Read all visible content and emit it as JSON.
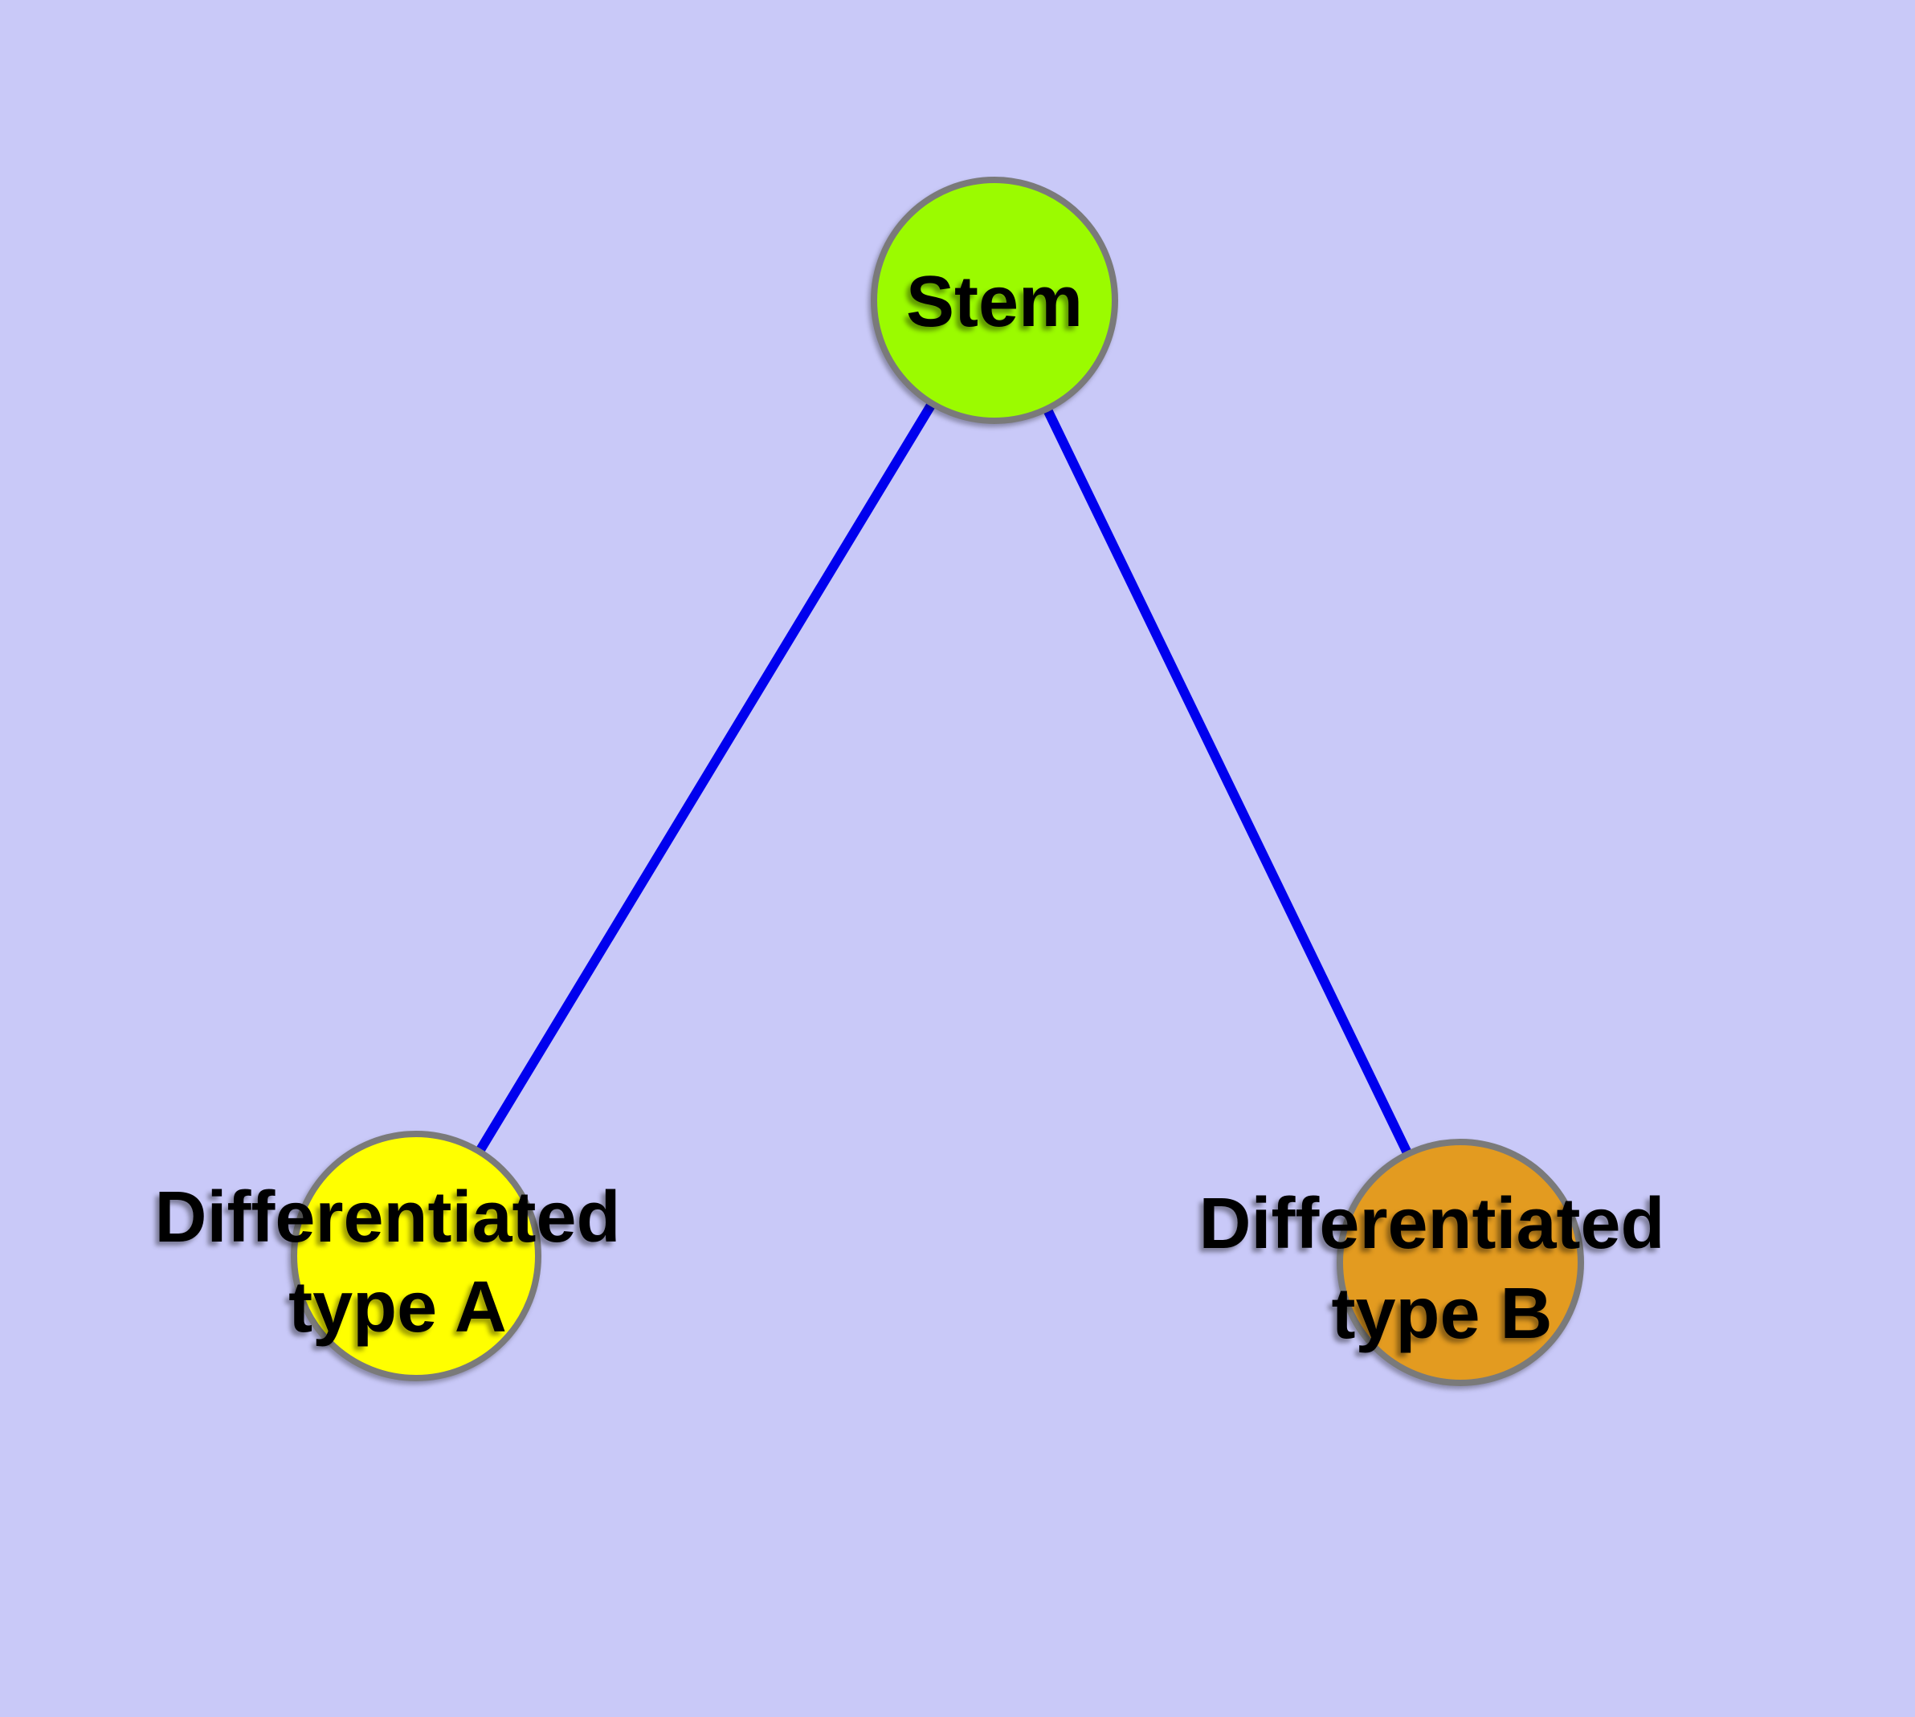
{
  "canvas": {
    "background": "#c9c9f8"
  },
  "colors": {
    "edge": "#0000ee",
    "node_border": "#7a7a7a",
    "label_text": "#000000"
  },
  "nodes": [
    {
      "id": "stem",
      "label": "Stem",
      "fill": "#9bfb00"
    },
    {
      "id": "differentiated-type-a",
      "label_line1": "Differentiated",
      "label_line2": "type A",
      "fill": "#ffff00"
    },
    {
      "id": "differentiated-type-b",
      "label_line1": "Differentiated",
      "label_line2": "type B",
      "fill": "#e39b20"
    }
  ],
  "edges": [
    {
      "from": "Stem",
      "to": "Differentiated type A"
    },
    {
      "from": "Stem",
      "to": "Differentiated type B"
    }
  ]
}
